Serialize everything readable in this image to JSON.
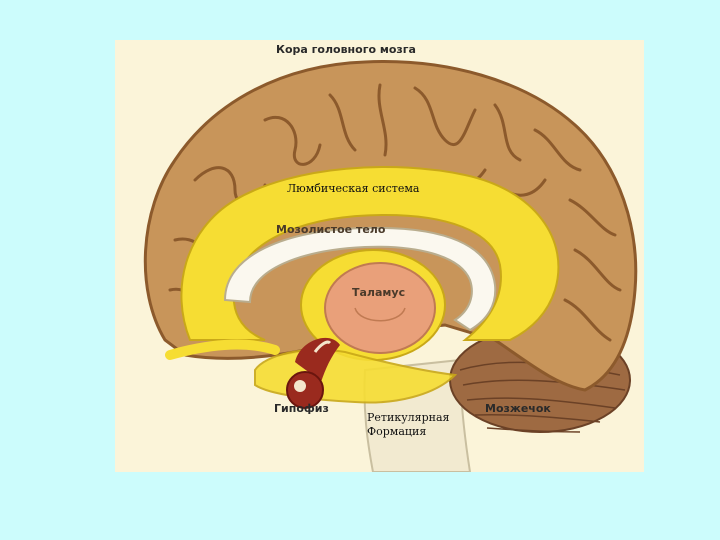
{
  "labels": {
    "cortex": "Кора головного мозга",
    "limbic": "Люмбическая система",
    "corpus_callosum": "Мозолистое тело",
    "thalamus": "Таламус",
    "pituitary": "Гипофиз",
    "reticular_line1": "Ретикулярная",
    "reticular_line2": "Формация",
    "cerebellum": "Мозжечок"
  },
  "colors": {
    "page_background": "#ccfcfc",
    "figure_background": "#fbf4d9",
    "cortex": "#c8955a",
    "limbic": "#f6dd33",
    "thalamus": "#e9a07a",
    "pituitary": "#9a2a1e",
    "cerebellum": "#9e6a42"
  }
}
